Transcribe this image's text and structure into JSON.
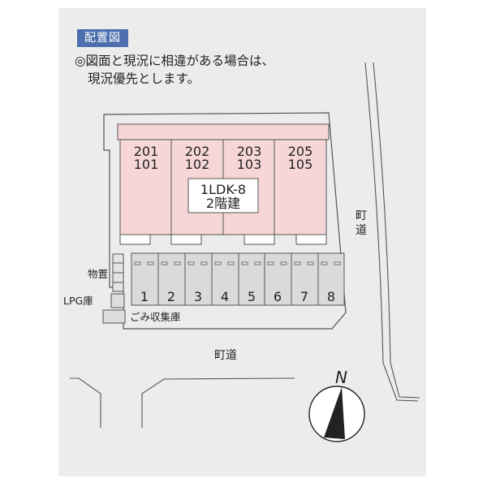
{
  "header": {
    "title_badge": "配置図",
    "notice_line1": "◎図面と現況に相違がある場合は、",
    "notice_line2": "現況優先とします。"
  },
  "building": {
    "units": [
      {
        "upper": "201",
        "lower": "101"
      },
      {
        "upper": "202",
        "lower": "102"
      },
      {
        "upper": "203",
        "lower": "103"
      },
      {
        "upper": "205",
        "lower": "105"
      }
    ],
    "info_line1": "1LDK-8",
    "info_line2": "2階建"
  },
  "parking": {
    "spaces": [
      "1",
      "2",
      "3",
      "4",
      "5",
      "6",
      "7",
      "8"
    ]
  },
  "facilities": {
    "storage": "物置",
    "lpg": "LPG庫",
    "garbage": "ごみ収集庫"
  },
  "roads": {
    "east_road_char1": "町",
    "east_road_char2": "道",
    "south_road": "町道"
  },
  "compass": {
    "north_label": "N"
  },
  "colors": {
    "panel_bg": "#ececec",
    "badge_bg": "#4d6fae",
    "building_fill": "#f6d6d6",
    "parking_fill": "#d9dbdb",
    "line": "#555555"
  }
}
